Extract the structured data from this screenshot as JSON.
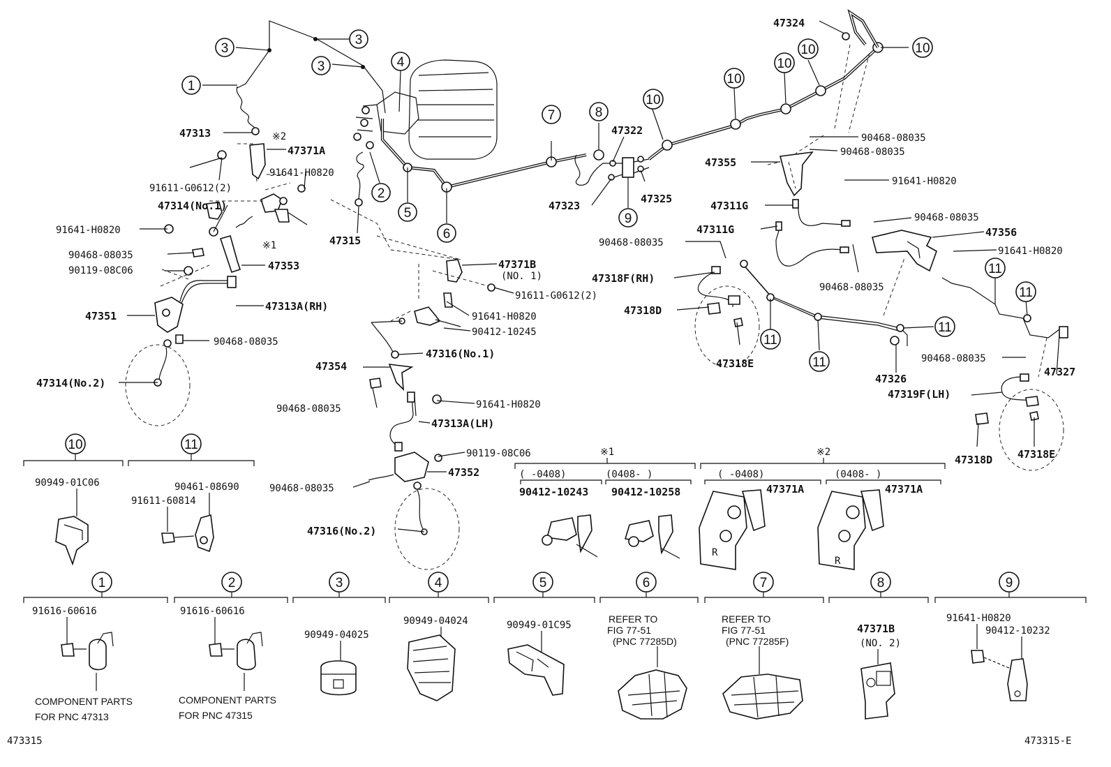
{
  "callouts": [
    {
      "n": "1",
      "tx": "①"
    },
    {
      "n": "2",
      "tx": "②"
    },
    {
      "n": "3",
      "tx": "③"
    },
    {
      "n": "4",
      "tx": "④"
    },
    {
      "n": "5",
      "tx": "⑤"
    },
    {
      "n": "6",
      "tx": "⑥"
    },
    {
      "n": "7",
      "tx": "⑦"
    },
    {
      "n": "8",
      "tx": "⑧"
    },
    {
      "n": "9",
      "tx": "⑨"
    },
    {
      "n": "10",
      "tx": "⑩"
    },
    {
      "n": "11",
      "tx": "⑪"
    }
  ],
  "labels": {
    "p47324": "47324",
    "p47313": "47313",
    "p47371a_top": "47371A",
    "mark2_top": "※2",
    "p91641_h0820_a": "91641-H0820",
    "p91611_g0612_a": "91611-G0612(2)",
    "p47314_no1": "47314(No.1)",
    "mark1_top": "※1",
    "p91641_h0820_b": "91641-H0820",
    "p90468_a": "90468-08035",
    "p90119_a": "90119-08C06",
    "p47353": "47353",
    "p47313a_rh": "47313A(RH)",
    "p47351": "47351",
    "p90468_b": "90468-08035",
    "p47314_no2": "47314(No.2)",
    "p47315": "47315",
    "p47371b_no1": "47371B",
    "p47371b_no1_sub": "(NO. 1)",
    "p91611_g0612_b": "91611-G0612(2)",
    "p91641_h0820_c": "91641-H0820",
    "p90412_10245": "90412-10245",
    "p47316_no1": "47316(No.1)",
    "p47354": "47354",
    "p91641_h0820_d": "91641-H0820",
    "p90468_c": "90468-08035",
    "p47313a_lh": "47313A(LH)",
    "p90119_b": "90119-08C06",
    "p47352": "47352",
    "p90468_d": "90468-08035",
    "p47316_no2": "47316(No.2)",
    "p47322": "47322",
    "p47323": "47323",
    "p47325": "47325",
    "p90468_e": "90468-08035",
    "p90468_f": "90468-08035",
    "p47355": "47355",
    "p91641_h0820_e": "91641-H0820",
    "p47311g_a": "47311G",
    "p47311g_b": "47311G",
    "p90468_g": "90468-08035",
    "p47356": "47356",
    "p90468_h": "90468-08035",
    "p91641_h0820_f": "91641-H0820",
    "p90468_i": "90468-08035",
    "p47318f_rh": "47318F(RH)",
    "p47318d_a": "47318D",
    "p47318e_a": "47318E",
    "p47326": "47326",
    "p90468_j": "90468-08035",
    "p47327": "47327",
    "p47319f_lh": "47319F(LH)",
    "p47318d_b": "47318D",
    "p47318e_b": "47318E",
    "ref_left": "473315",
    "ref_right": "473315-E"
  },
  "details": {
    "d10_part": "90949-01C06",
    "d11_part_a": "90461-08690",
    "d11_part_b": "91611-60814",
    "mark1": "※1",
    "mark1_range_a": "( -0408)",
    "mark1_range_b": "(0408- )",
    "mark1_part_a": "90412-10243",
    "mark1_part_b": "90412-10258",
    "mark2": "※2",
    "mark2_range_a": "( -0408)",
    "mark2_range_b": "(0408- )",
    "mark2_part_a": "47371A",
    "mark2_part_b": "47371A",
    "d1_part": "91616-60616",
    "d1_note_a": "COMPONENT PARTS",
    "d1_note_b": "FOR PNC 47313",
    "d2_part": "91616-60616",
    "d2_note_a": "COMPONENT PARTS",
    "d2_note_b": "FOR PNC 47315",
    "d3_part": "90949-04025",
    "d4_part": "90949-04024",
    "d5_part": "90949-01C95",
    "d6_ref_a": "REFER TO",
    "d6_ref_b": "FIG 77-51",
    "d6_ref_c": "(PNC 77285D)",
    "d7_ref_a": "REFER TO",
    "d7_ref_b": "FIG 77-51",
    "d7_ref_c": "(PNC 77285F)",
    "d8_part": "47371B",
    "d8_sub": "(NO. 2)",
    "d9_part_a": "91641-H0820",
    "d9_part_b": "90412-10232"
  },
  "icons": {
    "circle_callout": "numbered-circle-icon",
    "bolt": "bolt-icon",
    "clip": "clip-icon",
    "hose": "brake-hose-icon"
  }
}
